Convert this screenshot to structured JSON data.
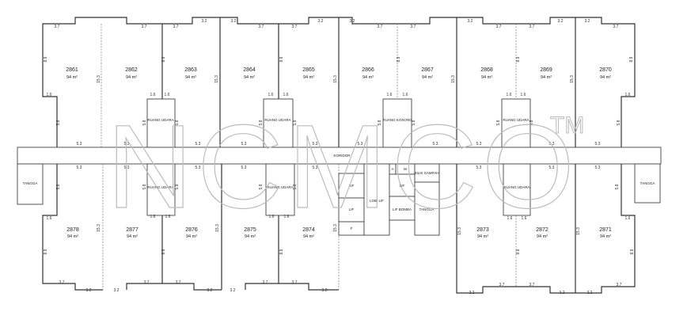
{
  "watermark": {
    "logo": "NCMCO",
    "tm": "TM"
  },
  "corridor_label": "KORIDOR",
  "top_units": [
    {
      "id": "2861",
      "area": "94 m²"
    },
    {
      "id": "2862",
      "area": "94 m²"
    },
    {
      "id": "2863",
      "area": "94 m²"
    },
    {
      "id": "2864",
      "area": "94 m²"
    },
    {
      "id": "2865",
      "area": "94 m²"
    },
    {
      "id": "2866",
      "area": "94 m²"
    },
    {
      "id": "2867",
      "area": "94 m²"
    },
    {
      "id": "2868",
      "area": "94 m²"
    },
    {
      "id": "2869",
      "area": "94 m²"
    },
    {
      "id": "2870",
      "area": "94 m²"
    }
  ],
  "bottom_units": [
    {
      "id": "2878",
      "area": "94 m²"
    },
    {
      "id": "2877",
      "area": "94 m²"
    },
    {
      "id": "2876",
      "area": "94 m²"
    },
    {
      "id": "2875",
      "area": "94 m²"
    },
    {
      "id": "2874",
      "area": "94 m²"
    },
    {
      "id": "2873",
      "area": "94 m²"
    },
    {
      "id": "2872",
      "area": "94 m²"
    },
    {
      "id": "2871",
      "area": "94 m²"
    }
  ],
  "rooms": {
    "void_top": [
      "RUANG UDARA",
      "RUANG UDARA",
      "RUANG KOSONG",
      "RUANG UDARA"
    ],
    "void_bottom": [
      "RUANG UDARA",
      "RUANG UDARA",
      "RUANG UDARA"
    ],
    "stair_left": "TANGGA",
    "stair_right": "TANGGA",
    "core": {
      "lift1": "LIF",
      "lift2": "LIF",
      "f": "F",
      "lobby": "LOBI LIF",
      "a": "A",
      "m": "M",
      "lift3": "LIF",
      "fire_lift": "LIF BOMBA",
      "refuse": "BILIK SAMPAH",
      "stair": "TANGGA"
    }
  },
  "dimensions": [
    "3.7",
    "3.7",
    "3.7",
    "3.7",
    "3.7",
    "3.7",
    "3.7",
    "3.7",
    "3.7",
    "3.7",
    "3.2",
    "3.2",
    "3.2",
    "3.2",
    "3.2",
    "3.2",
    "3.2",
    "8.9",
    "8.9",
    "8.9",
    "8.9",
    "8.9",
    "8.9",
    "15.3",
    "15.3",
    "15.3",
    "15.3",
    "15.3",
    "1.6",
    "1.6",
    "1.6",
    "1.6",
    "1.6",
    "1.6",
    "1.6",
    "1.6",
    "1.6",
    "1.6",
    "5.8",
    "5.8",
    "5.8",
    "5.8",
    "5.8",
    "5.8",
    "5.8",
    "5.8",
    "5.8",
    "5.8",
    "5.3",
    "5.3",
    "5.3",
    "5.3",
    "5.3",
    "5.3",
    "5.3",
    "5.3",
    "5.3",
    "5.3",
    "5.3",
    "5.3",
    "5.3",
    "5.3",
    "5.3",
    "5.3",
    "5.3",
    "5.3",
    "5.8",
    "5.8",
    "5.8",
    "5.8",
    "5.8",
    "5.8",
    "1.6",
    "1.6",
    "1.6",
    "1.6",
    "1.6",
    "1.6",
    "1.6",
    "1.6",
    "15.3",
    "15.3",
    "15.3",
    "15.3",
    "15.3",
    "8.9",
    "8.9",
    "8.9",
    "8.9",
    "8.9",
    "3.7",
    "3.7",
    "3.7",
    "3.7",
    "3.7",
    "3.7",
    "3.7",
    "3.7",
    "3.2",
    "3.2",
    "3.2",
    "3.2",
    "3.2",
    "3.2",
    "3.2",
    "3.2"
  ]
}
